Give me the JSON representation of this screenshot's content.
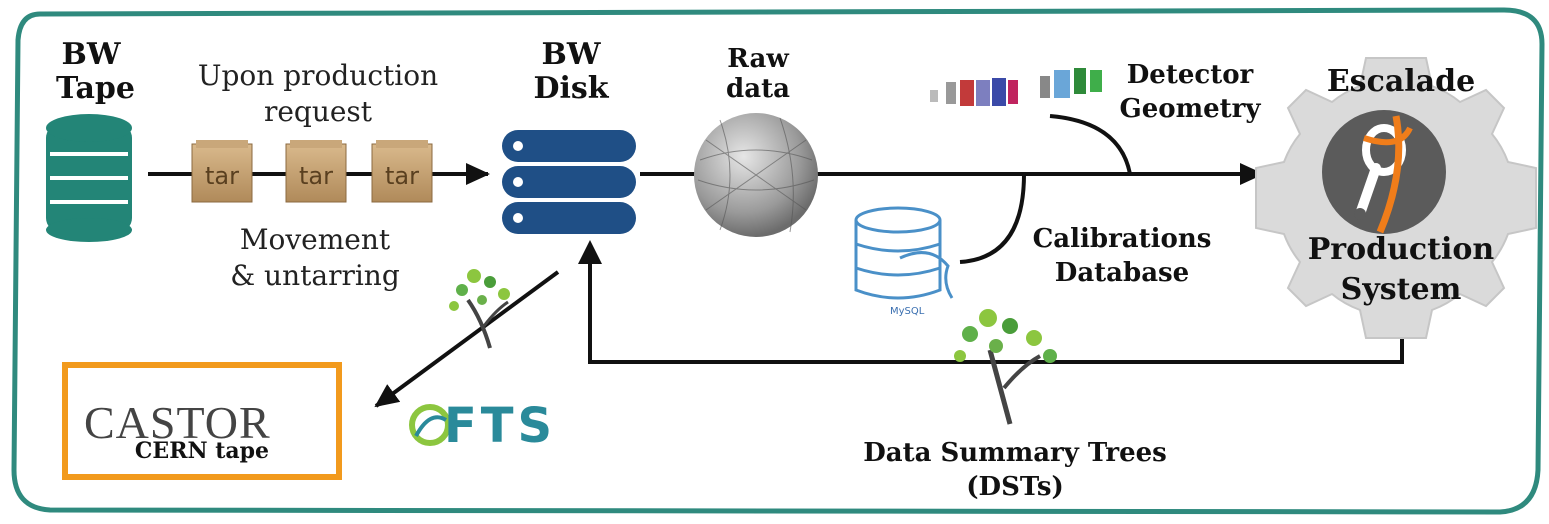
{
  "nodes": {
    "bw_tape": {
      "line1": "BW",
      "line2": "Tape"
    },
    "bw_disk": {
      "line1": "BW",
      "line2": "Disk"
    },
    "raw_data": {
      "line1": "Raw",
      "line2": "data"
    },
    "detector_geometry": {
      "line1": "Detector",
      "line2": "Geometry"
    },
    "escalade": {
      "line1": "Escalade",
      "line2": "Production",
      "line3": "System"
    },
    "calibrations": {
      "line1": "Calibrations",
      "line2": "Database"
    },
    "castor": {
      "logo_text": "CASTOR",
      "subtitle": "CERN tape"
    },
    "fts": {
      "logo_text": "FTS"
    },
    "mysql": {
      "logo_text": "MySQL"
    },
    "dst": {
      "line1": "Data Summary Trees",
      "line2": "(DSTs)"
    }
  },
  "edges": {
    "upon_request": {
      "line1": "Upon production",
      "line2": "request"
    },
    "movement": {
      "line1": "Movement",
      "line2": "& untarring"
    },
    "tar_label": "tar"
  },
  "colors": {
    "frame": "#2f8a7e",
    "teal_db": "#238577",
    "disk_blue": "#1f4f86",
    "castor_orange": "#f29a1d",
    "gear_gray": "#d8d8d8",
    "escalade_orange": "#f07d1a"
  }
}
